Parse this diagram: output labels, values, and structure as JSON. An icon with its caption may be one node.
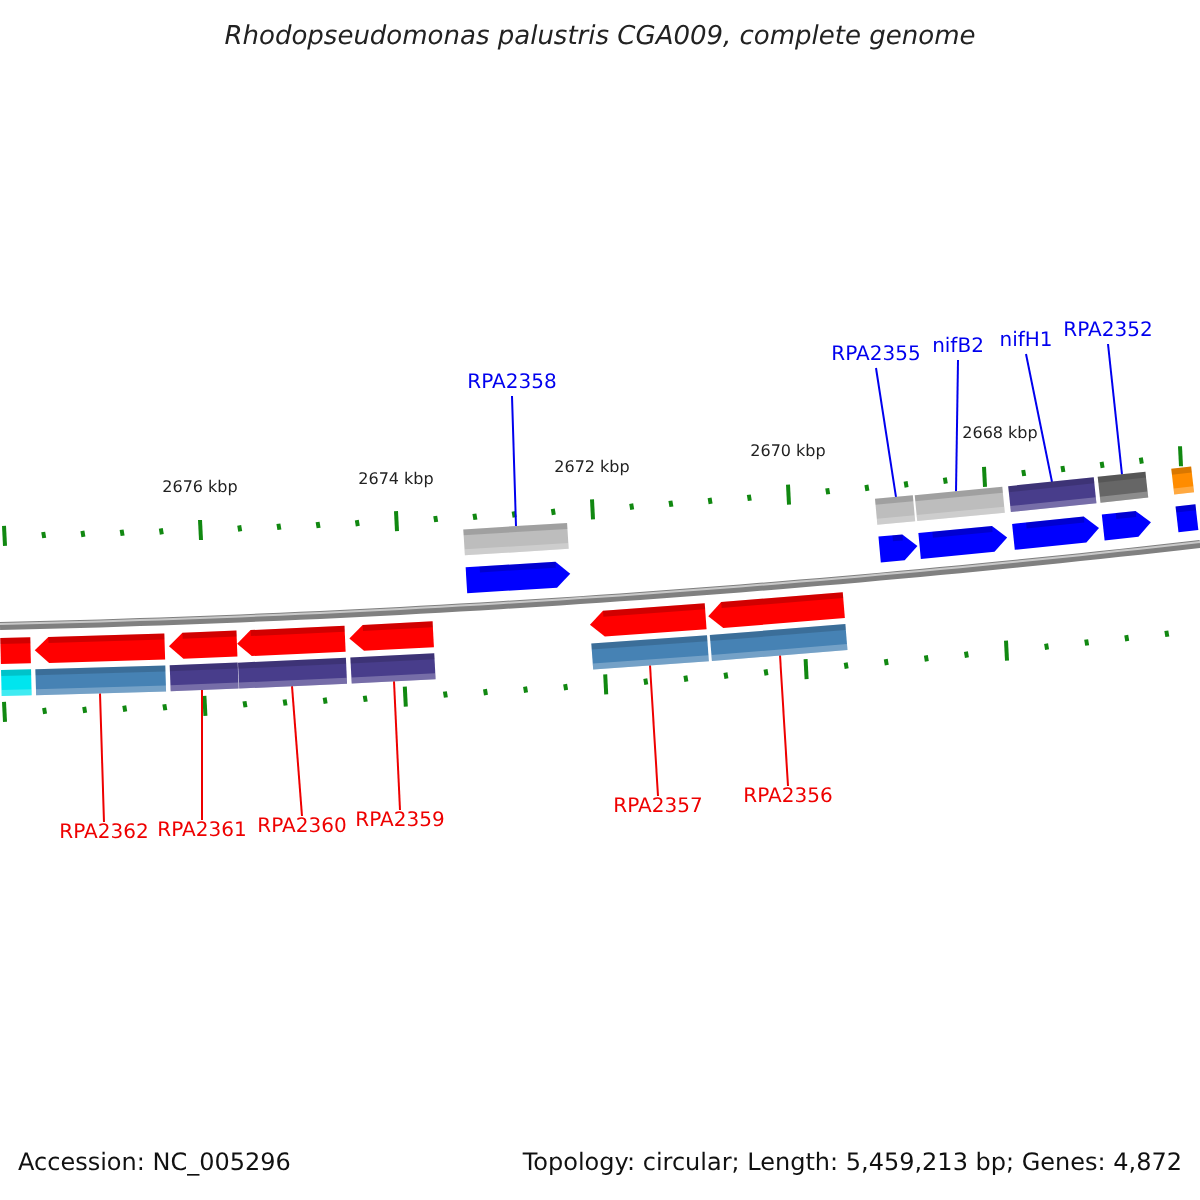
{
  "diagram": {
    "title": "Rhodopseudomonas palustris CGA009, complete genome",
    "nodes": [
      {
        "text": [
          "RPA2358"
        ]
      },
      {
        "text": [
          "RPA2355"
        ]
      },
      {
        "text": [
          "nifB2"
        ]
      },
      {
        "text": [
          "nifH1"
        ]
      },
      {
        "text": [
          "RPA2352"
        ]
      },
      {
        "text": [],
        "shape": "arrow"
      },
      {
        "text": [],
        "shape": "arrow"
      },
      {
        "text": [],
        "shape": "arrow"
      },
      {
        "text": [],
        "shape": "arrow"
      },
      {
        "text": [],
        "shape": "arrow"
      },
      {
        "text": [],
        "shape": "arrow"
      },
      {
        "text": [],
        "shape": "arrow"
      },
      {
        "text": [],
        "shape": "arrow"
      },
      {
        "text": [],
        "shape": "arrow"
      },
      {
        "text": [],
        "shape": "arrow"
      },
      {
        "text": [],
        "shape": "arrow"
      },
      {
        "text": [],
        "shape": "arrow"
      },
      {
        "text": [],
        "shape": "arrow"
      },
      {
        "text": [
          "RPA2362"
        ]
      },
      {
        "text": [
          "RPA2361"
        ]
      },
      {
        "text": [
          "RPA2360"
        ]
      },
      {
        "text": [
          "RPA2359"
        ]
      },
      {
        "text": [
          "RPA2357"
        ]
      },
      {
        "text": [
          "RPA2356"
        ]
      }
    ],
    "edges": [
      {
        "from": 0,
        "to": 10,
        "arrow": "none",
        "color": "#0000ee"
      },
      {
        "from": 1,
        "to": 13,
        "arrow": "none",
        "color": "#0000ee"
      },
      {
        "from": 2,
        "to": 14,
        "arrow": "none",
        "color": "#0000ee"
      },
      {
        "from": 3,
        "to": 15,
        "arrow": "none",
        "color": "#0000ee"
      },
      {
        "from": 4,
        "to": 16,
        "arrow": "none",
        "color": "#0000ee"
      },
      {
        "from": 18,
        "to": 6,
        "arrow": "none"
      },
      {
        "from": 19,
        "to": 7,
        "arrow": "none"
      },
      {
        "from": 20,
        "to": 8,
        "arrow": "none"
      },
      {
        "from": 21,
        "to": 9,
        "arrow": "none"
      },
      {
        "from": 22,
        "to": 11,
        "arrow": "none"
      },
      {
        "from": 23,
        "to": 12,
        "arrow": "none"
      }
    ],
    "labels": [
      "2676 kbp",
      "2674 kbp",
      "2672 kbp",
      "2670 kbp",
      "2668 kbp",
      "Accession: NC_005296",
      "Topology: circular; Length: 5,459,213 bp; Genes: 4,872"
    ]
  }
}
